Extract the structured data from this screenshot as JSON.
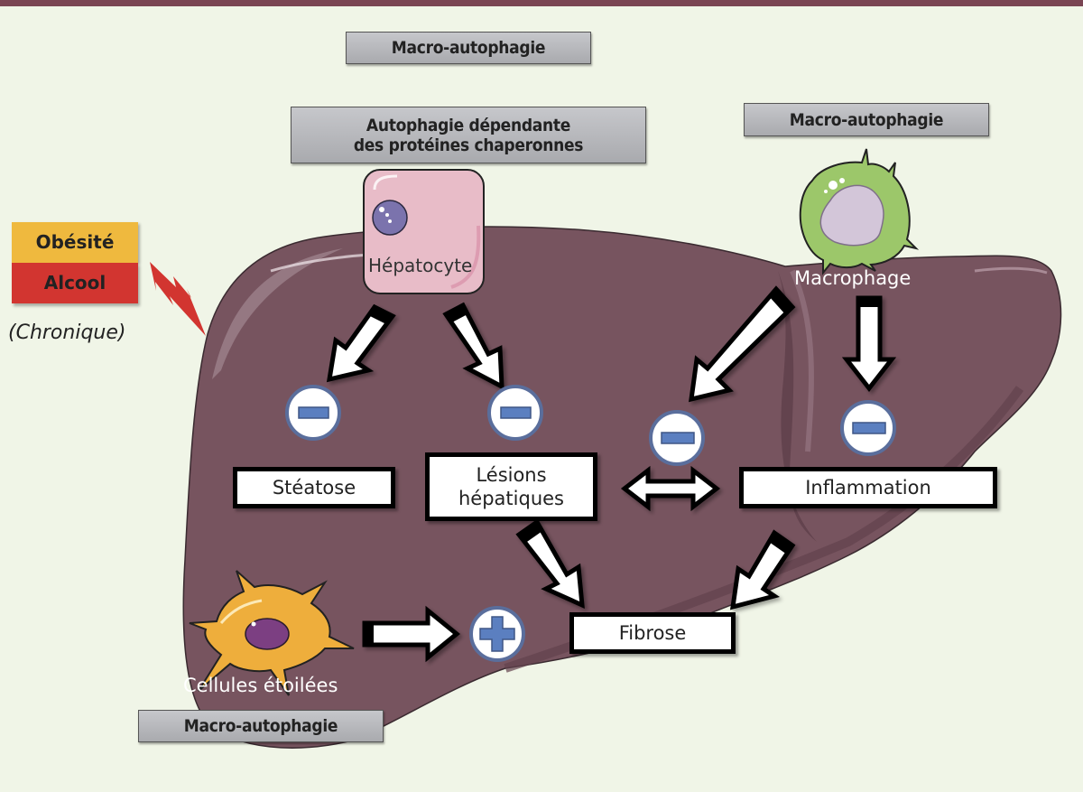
{
  "labels": {
    "macro_top": "Macro-autophagie",
    "chaperone_line1": "Autophagie dépendante",
    "chaperone_line2": "des protéines chaperonnes",
    "macro_right": "Macro-autophagie",
    "macro_bottom": "Macro-autophagie"
  },
  "risk_factors": {
    "obesity": "Obésité",
    "alcohol": "Alcool",
    "qualifier": "(Chronique)"
  },
  "cells": {
    "hepatocyte": "Hépatocyte",
    "macrophage": "Macrophage",
    "stellate": "Cellules étoilées"
  },
  "outcomes": {
    "steatosis": "Stéatose",
    "lesions_line1": "Lésions",
    "lesions_line2": "hépatiques",
    "inflammation": "Inflammation",
    "fibrosis": "Fibrose"
  },
  "effects": {
    "hepatocyte_to_steatosis": "inhibits",
    "hepatocyte_to_lesions": "inhibits",
    "macrophage_to_lesions": "inhibits",
    "macrophage_to_inflammation": "inhibits",
    "stellate_to_fibrosis": "promotes"
  },
  "colors": {
    "background": "#f0f5e7",
    "top_bar": "#7a4553",
    "liver": "#77545f",
    "obesity": "#efb93e",
    "alcohol": "#d23530",
    "lightning": "#d23530",
    "hepatocyte": "#e8bcc8",
    "macrophage": "#9cc76a",
    "stellate": "#eeae3c",
    "sign_ring": "#5a6e9c",
    "sign_fill": "#5b7fc0"
  }
}
